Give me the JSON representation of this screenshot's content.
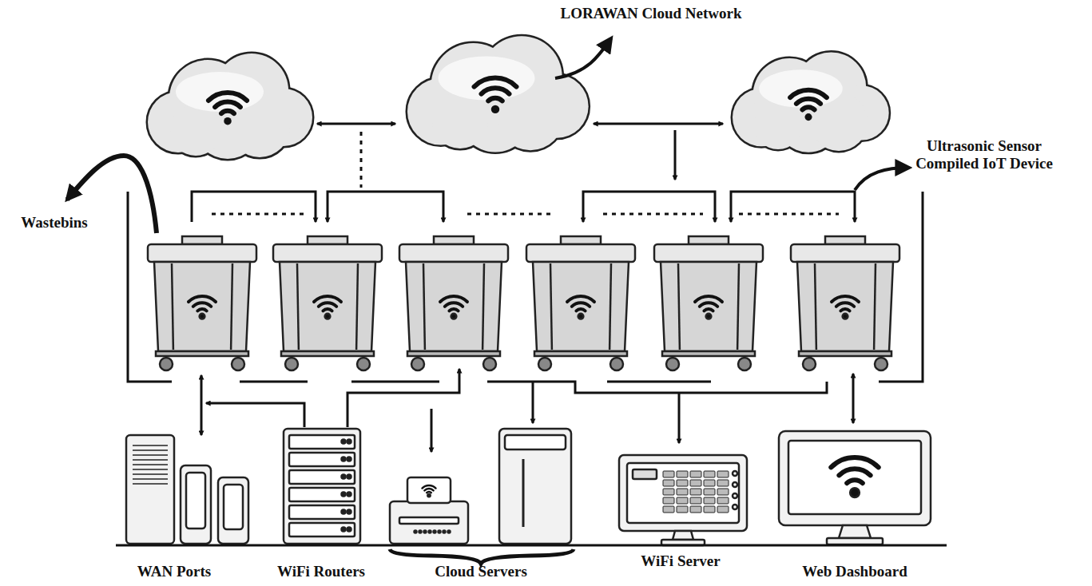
{
  "diagram": {
    "nodes": [
      {
        "text": [
          "WAN Ports"
        ]
      },
      {
        "text": [
          "WiFi Routers"
        ]
      },
      {
        "text": [
          "Cloud Servers"
        ]
      },
      {
        "text": [
          "WiFi Server"
        ]
      },
      {
        "text": [
          "Web Dashboard"
        ]
      }
    ],
    "labels": [
      "LORAWAN Cloud Network",
      "Wastebins",
      "Ultrasonic Sensor Compiled IoT Device"
    ]
  }
}
